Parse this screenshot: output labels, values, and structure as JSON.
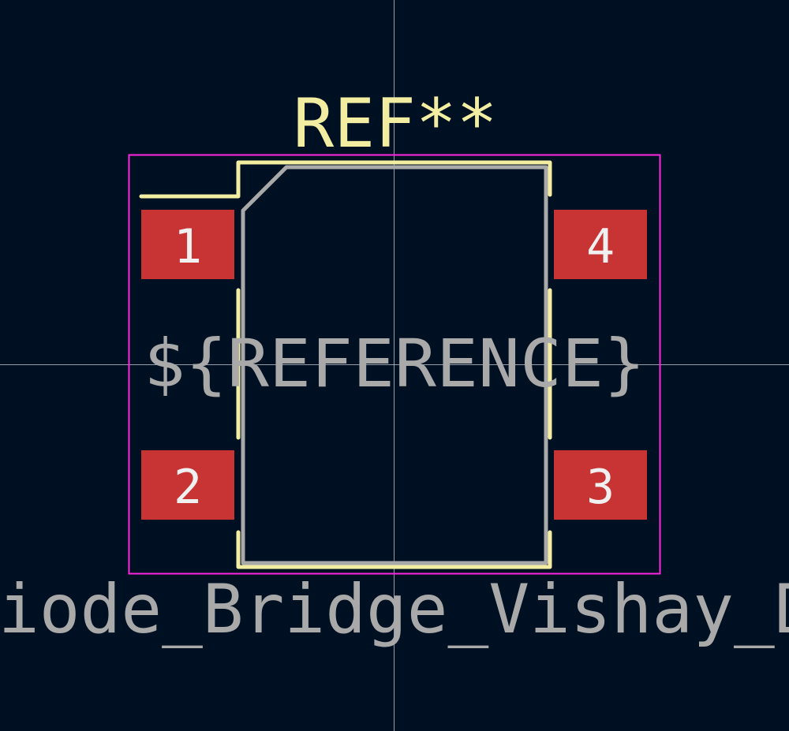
{
  "footprint": {
    "reference_designator": "REF**",
    "reference_field": "${REFERENCE}",
    "value_text": "iode_Bridge_Vishay_DF",
    "pads": [
      {
        "number": "1"
      },
      {
        "number": "4"
      },
      {
        "number": "2"
      },
      {
        "number": "3"
      }
    ]
  },
  "colors": {
    "background": "#001023",
    "crosshair": "#c8ccd4",
    "courtyard": "#ff26e2",
    "silkscreen": "#f2eda1",
    "fabrication": "#a9a9a9",
    "pad": "#c83434",
    "pad_label": "#f0f0f0",
    "field_text": "#a9a9a9"
  }
}
